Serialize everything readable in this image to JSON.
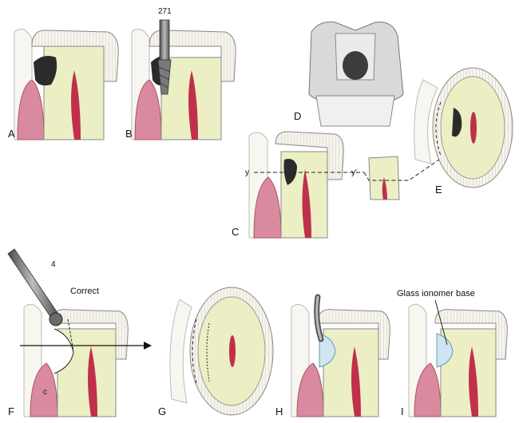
{
  "panels": {
    "A": "A",
    "B": "B",
    "C": "C",
    "D": "D",
    "E": "E",
    "F": "F",
    "G": "G",
    "H": "H",
    "I": "I"
  },
  "annotations": {
    "bur_b": "271",
    "bur_f": "4",
    "correct": "Correct",
    "y": "y",
    "y_prime": "y'",
    "c": "c",
    "glass_ionomer": "Glass ionomer base"
  },
  "colors": {
    "dentin": "#ecefc4",
    "enamel": "#f4f1e8",
    "pulp": "#c0304a",
    "gingiva": "#d98aa0",
    "caries": "#2b2b2b",
    "instrument": "#6b6b6b",
    "glass_ionomer": "#cfe6f2"
  }
}
